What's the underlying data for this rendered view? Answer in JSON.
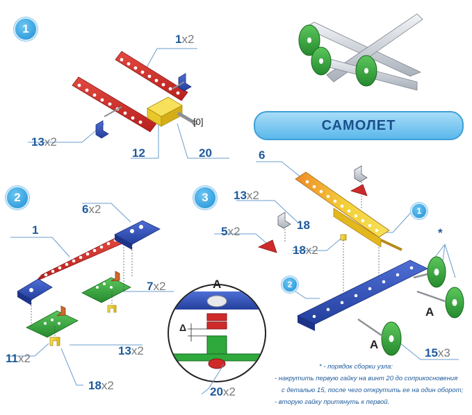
{
  "title": "САМОЛЕТ",
  "steps": [
    "1",
    "2",
    "3"
  ],
  "sub_steps": [
    "1",
    "2"
  ],
  "labels": {
    "s1_part1": {
      "num": "1",
      "qty": "x2"
    },
    "s1_part13": {
      "num": "13",
      "qty": "x2"
    },
    "s1_part12": {
      "num": "12",
      "qty": ""
    },
    "s1_part20": {
      "num": "20",
      "qty": ""
    },
    "s1_zero": "[0]",
    "s2_part1": {
      "num": "1",
      "qty": ""
    },
    "s2_part6": {
      "num": "6",
      "qty": "x2"
    },
    "s2_part7": {
      "num": "7",
      "qty": "x2"
    },
    "s2_part13": {
      "num": "13",
      "qty": "x2"
    },
    "s2_part11": {
      "num": "11",
      "qty": "x2"
    },
    "s2_part18": {
      "num": "18",
      "qty": "x2"
    },
    "s3_part6": {
      "num": "6",
      "qty": ""
    },
    "s3_part13": {
      "num": "13",
      "qty": "x2"
    },
    "s3_part18a": {
      "num": "18",
      "qty": ""
    },
    "s3_part5": {
      "num": "5",
      "qty": "x2"
    },
    "s3_part18b": {
      "num": "18",
      "qty": "x2"
    },
    "s3_part15": {
      "num": "15",
      "qty": "x3"
    },
    "detail_part20": {
      "num": "20",
      "qty": "x2"
    }
  },
  "markers": {
    "a": "A",
    "star": "*",
    "delta": "Δ"
  },
  "note_lines": [
    "* - порядок сборки узла:",
    "- накрутить первую гайку на винт 20 до соприкосновения",
    "с деталью 15, после чего открутить ее на один оборот;",
    "- вторую гайку притянуть к первой."
  ],
  "colors": {
    "accent_blue": "#1e5a9c",
    "red_part": "#cf2a2a",
    "blue_part": "#2b4fb8",
    "green_part": "#2fa83c",
    "yellow_part": "#f2d52c",
    "orange_part": "#f0a030",
    "grey_part": "#8c8f95",
    "circle_blue": "#3aa6e6"
  }
}
